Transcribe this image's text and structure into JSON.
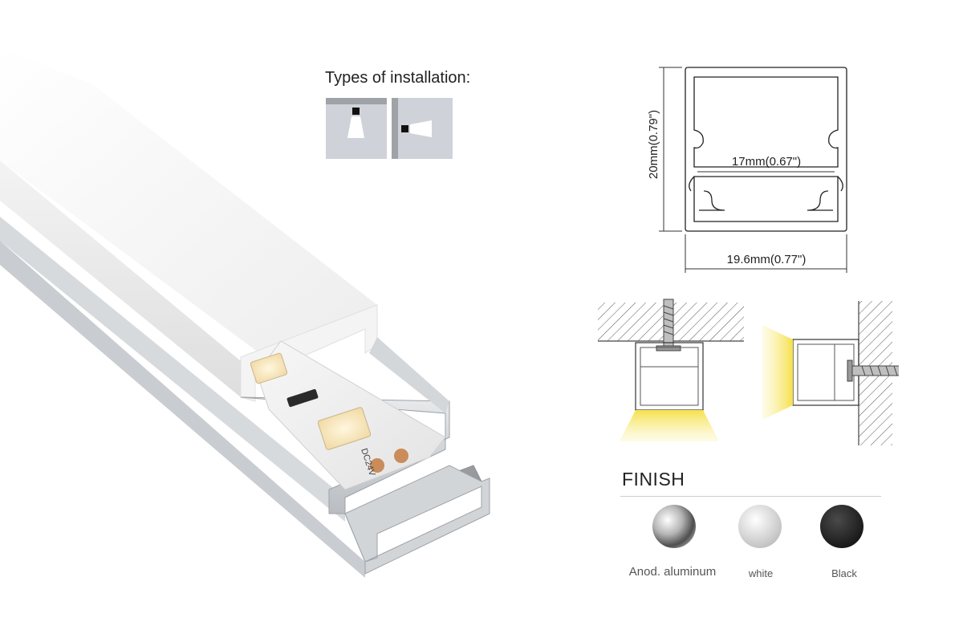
{
  "installation": {
    "title": "Types of installation:"
  },
  "profile": {
    "inner_width_label": "17mm(0.67\")",
    "height_label": "20mm(0.79\")",
    "outer_width_label": "19.6mm(0.77\")"
  },
  "finish": {
    "title": "FINISH",
    "options": [
      {
        "label": "Anod. aluminum",
        "color": "#9a9a9a"
      },
      {
        "label": "white",
        "color": "#d6d6d6"
      },
      {
        "label": "Black",
        "color": "#1c1c1c"
      }
    ]
  },
  "led_strip": {
    "marking": "DC24V"
  },
  "colors": {
    "light_glow": "#f5e04a",
    "diffuser": "#f2f2f2",
    "aluminum": "#c8ccd0"
  }
}
